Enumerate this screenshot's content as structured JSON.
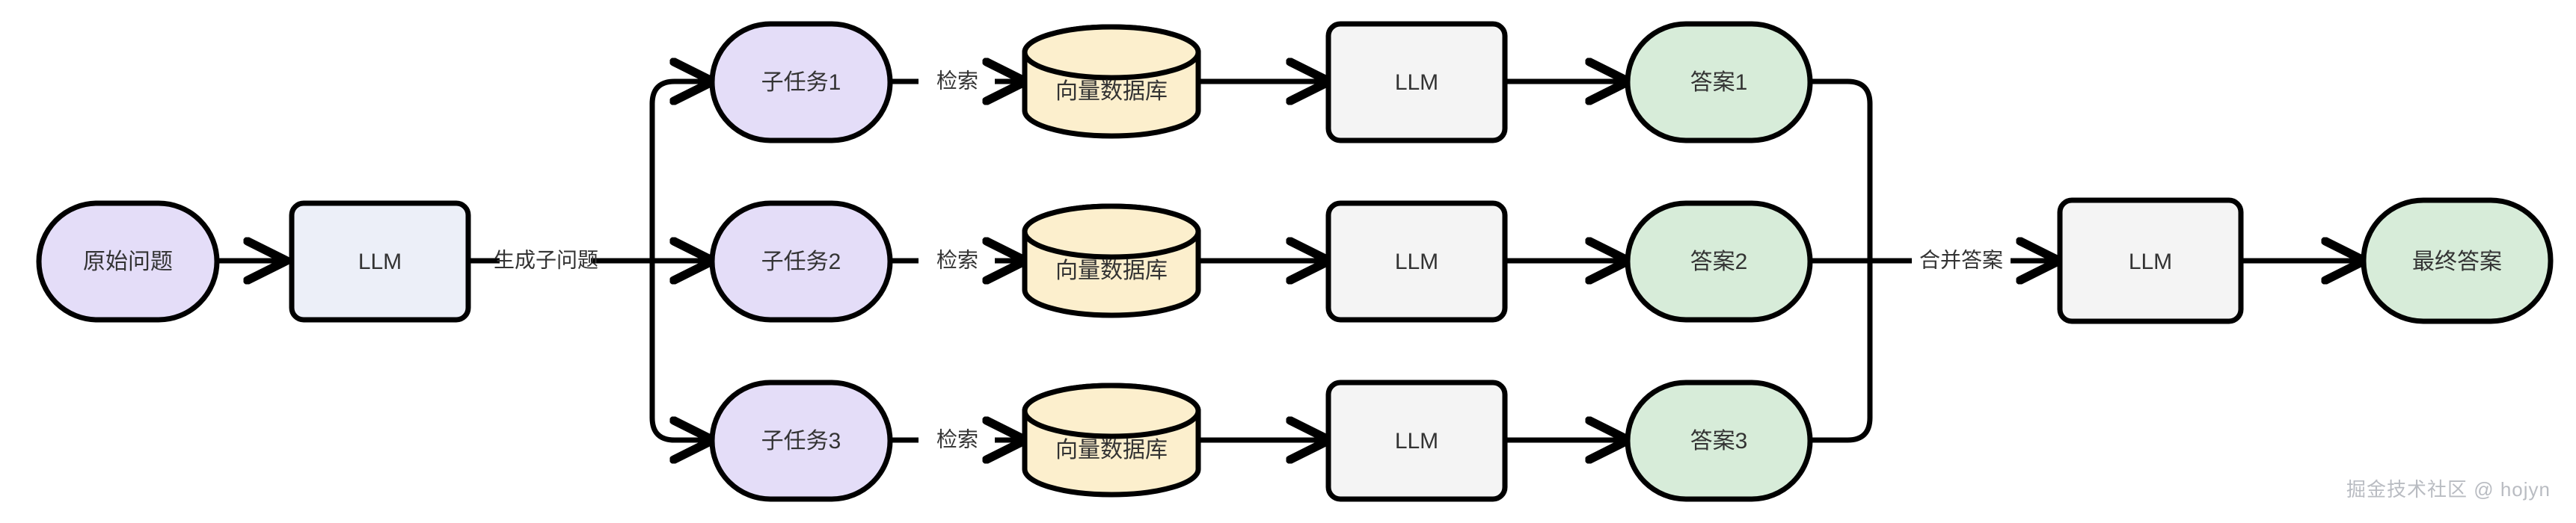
{
  "diagram": {
    "title": "RAG multi-subtask decomposition flowchart",
    "background": "#ffffff",
    "colors": {
      "purple_fill": "#e4ddf8",
      "green_fill": "#d7ecd9",
      "cylinder_fill": "#fcefcd",
      "llm_blue_fill": "#eceff8",
      "llm_gray_fill": "#f4f4f4",
      "stroke": "#000000",
      "text": "#333333",
      "watermark": "#b9bcc2"
    },
    "nodes": {
      "original_question": "原始问题",
      "llm_split": "LLM",
      "subtask_1": "子任务1",
      "subtask_2": "子任务2",
      "subtask_3": "子任务3",
      "vector_db_1": "向量数据库",
      "vector_db_2": "向量数据库",
      "vector_db_3": "向量数据库",
      "llm_1": "LLM",
      "llm_2": "LLM",
      "llm_3": "LLM",
      "answer_1": "答案1",
      "answer_2": "答案2",
      "answer_3": "答案3",
      "llm_merge": "LLM",
      "final_answer": "最终答案"
    },
    "edge_labels": {
      "generate_subquestions": "生成子问题",
      "retrieve_1": "检索",
      "retrieve_2": "检索",
      "retrieve_3": "检索",
      "merge_answers": "合并答案"
    },
    "watermark": "掘金技术社区 @ hojyn"
  }
}
